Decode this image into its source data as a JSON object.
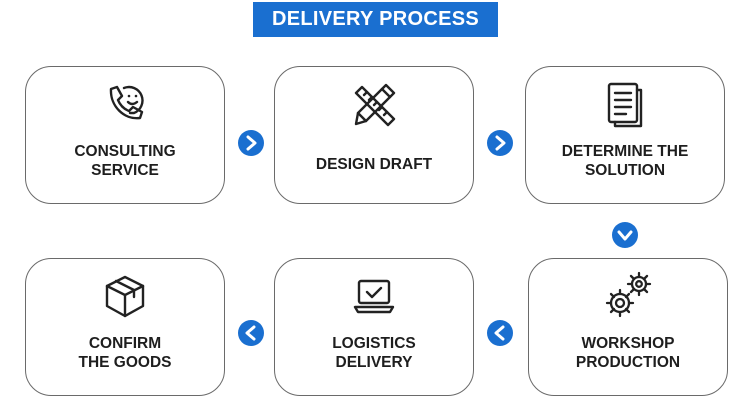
{
  "header": {
    "title": "DELIVERY PROCESS"
  },
  "steps": [
    {
      "label": "CONSULTING\nSERVICE",
      "icon": "phone-chat-icon"
    },
    {
      "label": "DESIGN DRAFT",
      "icon": "pencil-ruler-icon"
    },
    {
      "label": "DETERMINE THE\nSOLUTION",
      "icon": "document-icon"
    },
    {
      "label": "WORKSHOP\nPRODUCTION",
      "icon": "gears-icon"
    },
    {
      "label": "LOGISTICS\nDELIVERY",
      "icon": "laptop-check-icon"
    },
    {
      "label": "CONFIRM\nTHE GOODS",
      "icon": "package-box-icon"
    }
  ],
  "colors": {
    "accent": "#1a6fd0",
    "border": "#6a6a6a",
    "text": "#1e1e1e"
  }
}
